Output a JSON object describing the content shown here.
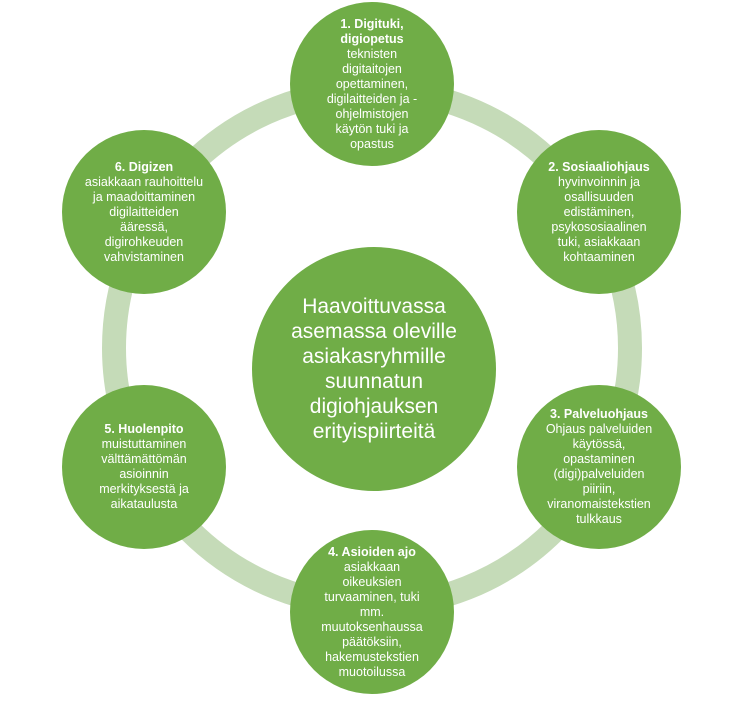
{
  "diagram": {
    "center_text": "Haavoittuvassa asemassa oleville asiakasryhmille suunnatun digiohjauksen erityispiirteitä",
    "nodes": [
      {
        "title": "1. Digituki, digiopetus",
        "desc": "teknisten digitaitojen opettaminen, digilaitteiden ja -ohjelmistojen käytön tuki ja opastus"
      },
      {
        "title": "2. Sosiaaliohjaus",
        "desc": "hyvinvoinnin ja osallisuuden edistäminen, psykososiaalinen tuki, asiakkaan kohtaaminen"
      },
      {
        "title": "3. Palveluohjaus",
        "desc": "Ohjaus palveluiden käytössä, opastaminen (digi)palveluiden piiriin, viranomaistekstien tulkkaus"
      },
      {
        "title": "4. Asioiden ajo",
        "desc": "asiakkaan oikeuksien turvaaminen, tuki mm. muutoksenhaussa päätöksiin, hakemustekstien muotoilussa"
      },
      {
        "title": "5. Huolenpito",
        "desc": "muistuttaminen välttämättömän asioinnin merkityksestä ja aikataulusta"
      },
      {
        "title": "6. Digizen",
        "desc": "asiakkaan rauhoittelu ja maadoittaminen digilaitteiden ääressä, digirohkeuden vahvistaminen"
      }
    ],
    "colors": {
      "node_fill": "#70ad47",
      "ring": "#c5dbb8",
      "text": "#ffffff"
    }
  }
}
